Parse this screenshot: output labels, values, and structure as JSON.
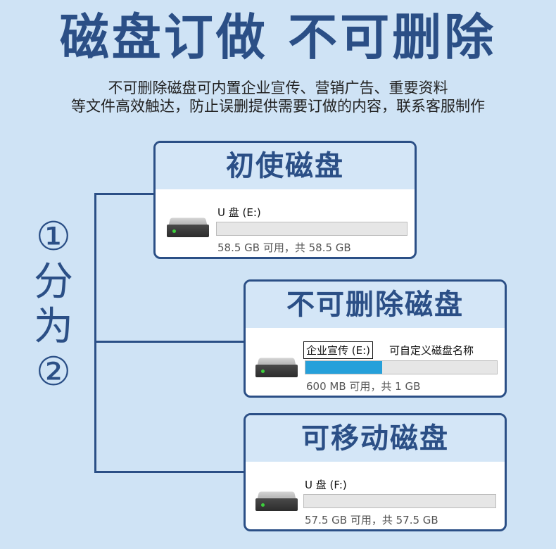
{
  "headline": "磁盘订做 不可删除",
  "subtitle": [
    "不可删除磁盘可内置企业宣传、营销广告、重要资料",
    "等文件高效触达，防止误删提供需要订做的内容，联系客服制作"
  ],
  "side_label": [
    "①",
    "分",
    "为",
    "②"
  ],
  "cards": [
    {
      "title": "初使磁盘",
      "drive_name": "U 盘 (E:)",
      "usage_text": "58.5 GB 可用，共 58.5 GB",
      "fill_fraction": 0,
      "icon": "hard-drive-icon"
    },
    {
      "title": "不可删除磁盘",
      "drive_name": "企业宣传 (E:)",
      "rename_hint": "可自定义磁盘名称",
      "usage_text": "600 MB 可用，共 1 GB",
      "fill_fraction": 0.4,
      "icon": "hard-drive-icon"
    },
    {
      "title": "可移动磁盘",
      "drive_name": "U 盘 (F:)",
      "usage_text": "57.5 GB 可用，共 57.5 GB",
      "fill_fraction": 0,
      "icon": "hard-drive-icon"
    }
  ],
  "colors": {
    "background": "#cfe3f5",
    "accent": "#2b4f86",
    "bar_fill": "#26a0da"
  }
}
